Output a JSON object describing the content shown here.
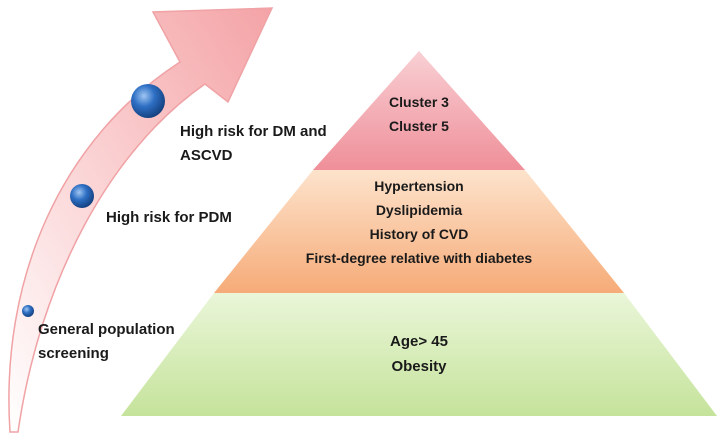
{
  "pyramid": {
    "top_tier": {
      "items": [
        "Cluster 3",
        "Cluster 5"
      ],
      "color": "#f2a0a8"
    },
    "middle_tier": {
      "items": [
        "Hypertension",
        "Dyslipidemia",
        "History of CVD",
        "First-degree relative with diabetes"
      ],
      "color": "#f8bf94"
    },
    "bottom_tier": {
      "items": [
        "Age> 45",
        "Obesity"
      ],
      "color": "#d7eeb5"
    }
  },
  "arrow": {
    "color": "#f6b7b8",
    "levels": [
      {
        "label": "High risk for DM and ASCVD"
      },
      {
        "label": "High risk for PDM"
      },
      {
        "label": "General population screening"
      }
    ]
  }
}
